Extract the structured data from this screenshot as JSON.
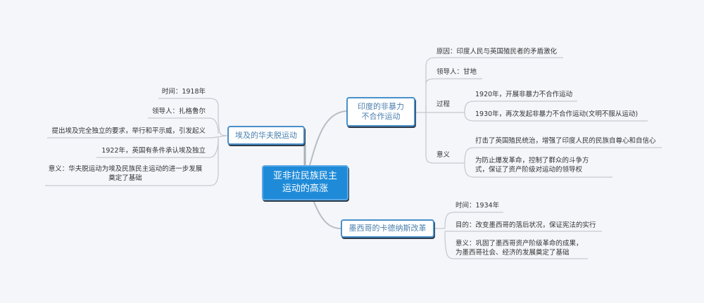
{
  "center": {
    "line1": "亚非拉民族民主",
    "line2": "运动的高涨"
  },
  "egypt": {
    "title": "埃及的华夫脱运动",
    "items": [
      "时间：1918年",
      "领导人：扎格鲁尔",
      "提出埃及完全独立的要求，举行和平示威，引发起义",
      "1922年，英国有条件承认埃及独立"
    ],
    "significance": {
      "line1": "意义：华夫脱运动为埃及民族民主运动的进一步发展",
      "line2": "奠定了基础"
    }
  },
  "india": {
    "title_line1": "印度的非暴力",
    "title_line2": "不合作运动",
    "cause": "原因：印度人民与英国殖民者的矛盾激化",
    "leader": "领导人：甘地",
    "process": {
      "label": "过程",
      "items": [
        "1920年，开展非暴力不合作运动",
        "1930年，再次发起非暴力不合作运动(文明不服从运动)"
      ]
    },
    "significance": {
      "label": "意义",
      "item1": "打击了英国殖民统治，增强了印度人民的民族自尊心和自信心",
      "item2_line1": "为防止爆发革命，控制了群众的斗争方",
      "item2_line2": "式，保证了资产阶级对运动的领导权"
    }
  },
  "mexico": {
    "title": "墨西哥的卡德纳斯改革",
    "time": "时间：1934年",
    "purpose": "目的：改变墨西哥的落后状况，保证宪法的实行",
    "significance_line1": "意义：巩固了墨西哥资产阶级革命的成果，",
    "significance_line2": "为墨西哥社会、经济的发展奠定了基础"
  },
  "colors": {
    "center": "#1f8bd8",
    "border": "#4a8fc9",
    "line": "#c8ccd2"
  }
}
